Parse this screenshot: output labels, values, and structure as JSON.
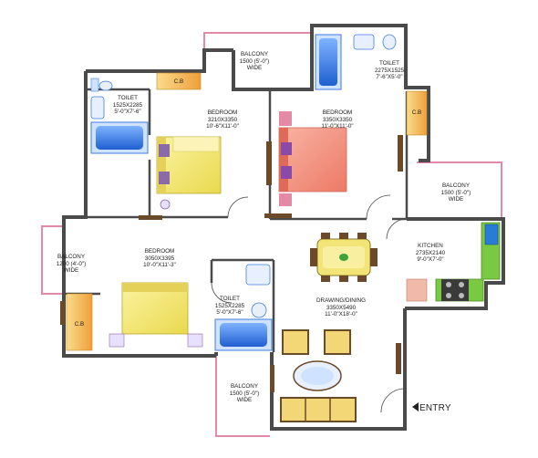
{
  "plan": {
    "rooms": [
      {
        "id": "balcony-top",
        "name": "BALCONY",
        "line1": "1500 (5'-0\")",
        "line2": "WIDE"
      },
      {
        "id": "toilet-top",
        "name": "TOILET",
        "line1": "2275X1525",
        "line2": "7'-6\"X5'-0\""
      },
      {
        "id": "toilet-left",
        "name": "TOILET",
        "line1": "1525X2285",
        "line2": "5'-0\"X7'-6\""
      },
      {
        "id": "bedroom-1",
        "name": "BEDROOM",
        "line1": "3210X3350",
        "line2": "10'-6\"X11'-0\""
      },
      {
        "id": "bedroom-2",
        "name": "BEDROOM",
        "line1": "3350X3350",
        "line2": "11'-0\"X11'-0\""
      },
      {
        "id": "balcony-right",
        "name": "BALCONY",
        "line1": "1500 (5'-0\")",
        "line2": "WIDE"
      },
      {
        "id": "kitchen",
        "name": "KITCHEN",
        "line1": "2735X2140",
        "line2": "9'-0\"X7'-0\""
      },
      {
        "id": "balcony-left",
        "name": "BALCONY",
        "line1": "1200 (4'-0\")",
        "line2": "WIDE"
      },
      {
        "id": "bedroom-3",
        "name": "BEDROOM",
        "line1": "3050X3395",
        "line2": "10'-0\"X11'-3\""
      },
      {
        "id": "toilet-mid",
        "name": "TOILET",
        "line1": "1525X2285",
        "line2": "5'-0\"X7'-6\""
      },
      {
        "id": "drawing-dining",
        "name": "DRAWING/DINING",
        "line1": "3350X5490",
        "line2": "11'-0\"X18'-0\""
      },
      {
        "id": "balcony-bottom",
        "name": "BALCONY",
        "line1": "1500 (5'-0\")",
        "line2": "WIDE"
      }
    ],
    "cb_labels": [
      "C.B",
      "C.B",
      "C.B"
    ],
    "entry_label": "ENTRY",
    "colors": {
      "wall": "#4a4a4a",
      "floor": "#ffffff",
      "balcony_railing": "#e58aa6",
      "cupboard": "#f4c968",
      "bed_yellow": "#f3e477",
      "bed_salmon": "#f08a7a",
      "bath_blue": "#3d7ee0",
      "kitchen_green": "#7ac943",
      "chair_brown": "#6b4a2a",
      "door": "#3a6f2a"
    }
  }
}
